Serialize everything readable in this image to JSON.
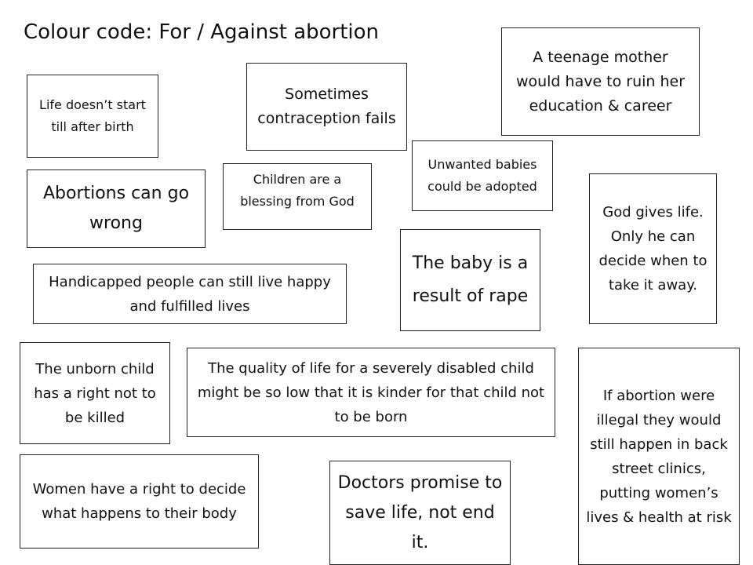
{
  "title": "Colour code: For / Against abortion",
  "cards": {
    "life_start": "Life doesn’t start till after birth",
    "contraception": "Sometimes contraception fails",
    "teenage_mother": "A teenage mother would have to ruin her education & career",
    "unwanted": "Unwanted babies could be adopted",
    "go_wrong": "Abortions can go wrong",
    "blessing": "Children are a blessing from God",
    "god_gives": "God gives life. Only he can decide when to take it away.",
    "rape": "The baby is a result of rape",
    "handicapped": "Handicapped people can still live happy and fulfilled lives",
    "unborn": "The unborn child has a right not to be killed",
    "quality": "The quality of life for a severely disabled child might be so low that it is kinder for that child not to be born",
    "illegal": "If abortion were illegal they would still happen in back street clinics, putting women’s lives & health at risk",
    "women_right": "Women have a right to decide what happens to their body",
    "doctors": "Doctors promise to save life, not end it."
  }
}
